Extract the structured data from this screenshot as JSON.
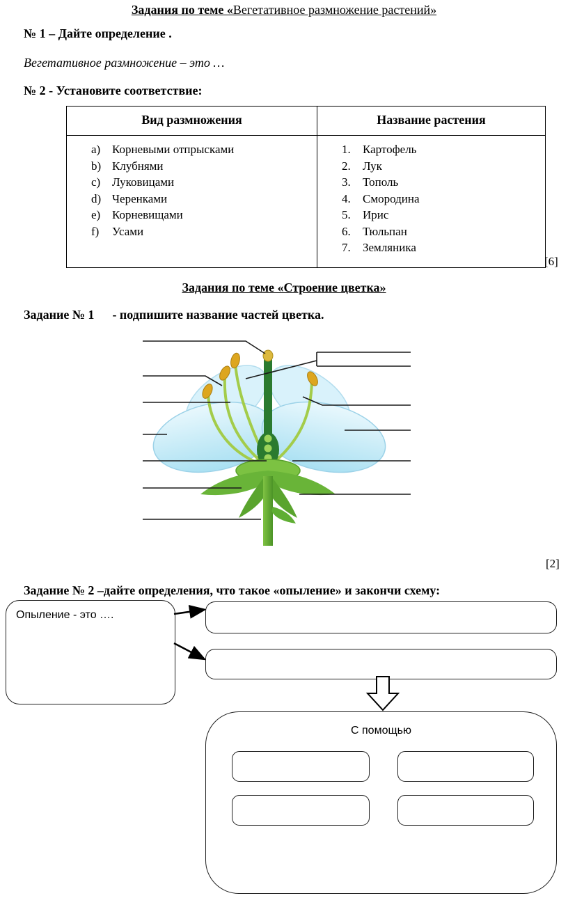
{
  "page": {
    "section1": {
      "title_bold": "Задания по теме «",
      "title_rest": "Вегетативное размножение растений»",
      "task1_heading": "№ 1 – Дайте определение .",
      "task1_answer_prompt": "Вегетативное размножение – это …",
      "task2_heading": "№ 2 - Установите соответствие:",
      "table": {
        "header_left": "Вид размножения",
        "header_right": "Название растения",
        "left_items": [
          {
            "marker": "a)",
            "text": "Корневыми отпрысками"
          },
          {
            "marker": "b)",
            "text": "Клубнями"
          },
          {
            "marker": "c)",
            "text": "Луковицами"
          },
          {
            "marker": "d)",
            "text": "Черенками"
          },
          {
            "marker": "e)",
            "text": "Корневищами"
          },
          {
            "marker": "f)",
            "text": "Усами"
          }
        ],
        "right_items": [
          {
            "marker": "1.",
            "text": "Картофель"
          },
          {
            "marker": "2.",
            "text": "Лук"
          },
          {
            "marker": "3.",
            "text": "Тополь"
          },
          {
            "marker": "4.",
            "text": "Смородина"
          },
          {
            "marker": "5.",
            "text": "Ирис"
          },
          {
            "marker": "6.",
            "text": "Тюльпан"
          },
          {
            "marker": "7.",
            "text": "Земляника"
          }
        ]
      },
      "score": "[6]"
    },
    "section2": {
      "title": "Задания по теме «Строение цветка»",
      "task1_number": "Задание № 1",
      "task1_text": "- подпишите название частей цветка.",
      "score": "[2]",
      "task2_heading": "Задание № 2 –дайте определения, что такое «опыление» и закончи схему:",
      "scheme": {
        "definition_box": "Опыление  - это ….",
        "with_help": "С помощью"
      }
    }
  }
}
